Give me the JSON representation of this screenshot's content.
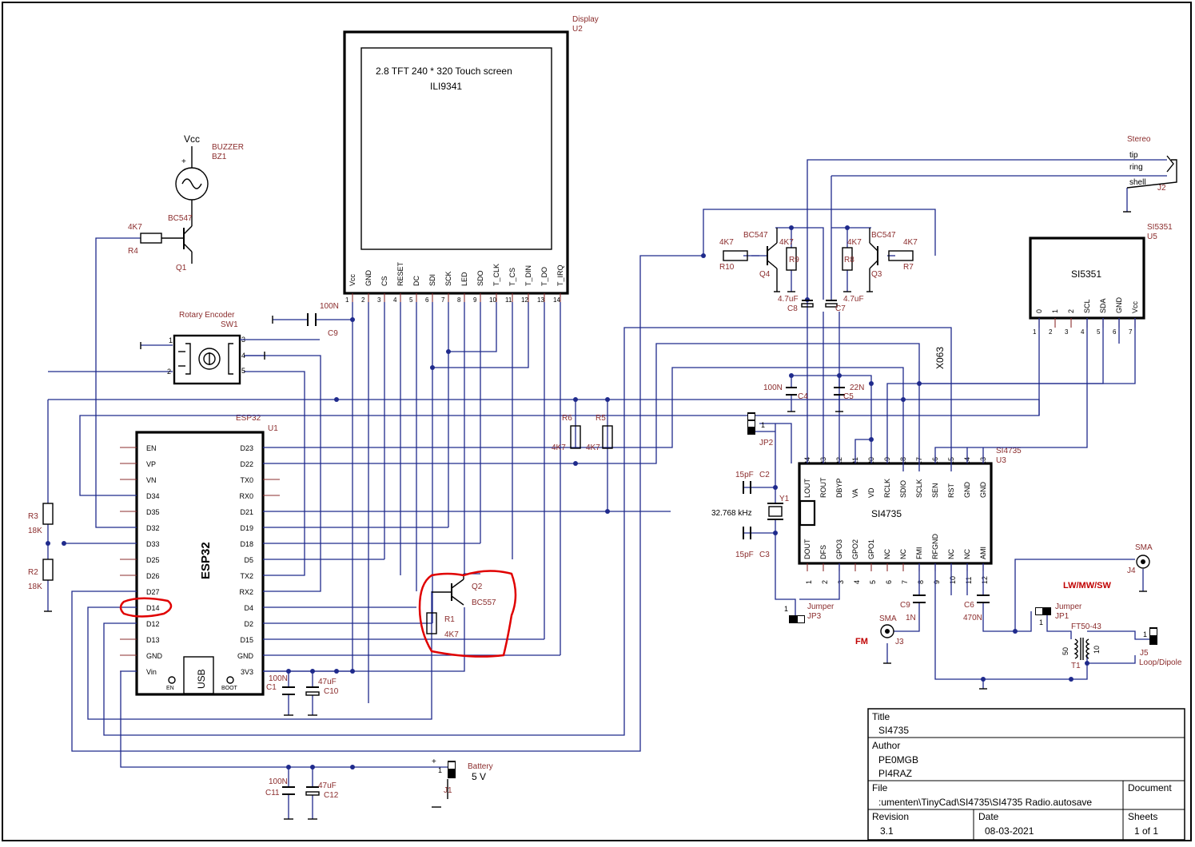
{
  "display": {
    "ref": "U2",
    "title": "Display",
    "text1": "2.8 TFT 240 * 320 Touch screen",
    "text2": "ILI9341",
    "pins": [
      "Vcc",
      "GND",
      "CS",
      "RESET",
      "DC",
      "SDI",
      "SCK",
      "LED",
      "SDO",
      "T_CLK",
      "T_CS",
      "T_DIN",
      "T_DO",
      "T_IRQ"
    ],
    "nums": [
      "1",
      "2",
      "3",
      "4",
      "5",
      "6",
      "7",
      "8",
      "9",
      "10",
      "11",
      "12",
      "13",
      "14"
    ]
  },
  "esp32": {
    "title": "ESP32",
    "ref": "U1",
    "name": "ESP32",
    "left": [
      "EN",
      "VP",
      "VN",
      "D34",
      "D35",
      "D32",
      "D33",
      "D25",
      "D26",
      "D27",
      "D14",
      "D12",
      "D13",
      "GND",
      "Vin"
    ],
    "right": [
      "D23",
      "D22",
      "TX0",
      "RX0",
      "D21",
      "D19",
      "D18",
      "D5",
      "TX2",
      "RX2",
      "D4",
      "D2",
      "D15",
      "GND",
      "3V3"
    ],
    "usb": "USB",
    "en": "EN",
    "boot": "BOOT"
  },
  "si4735": {
    "name": "SI4735",
    "title": "SI4735",
    "ref": "U3",
    "top": [
      "LOUT",
      "ROUT",
      "DBYP",
      "VA",
      "VD",
      "RCLK",
      "SDIO",
      "SCLK",
      "SEN",
      "RST",
      "GND",
      "GND"
    ],
    "top_nums": [
      "24",
      "23",
      "22",
      "21",
      "20",
      "19",
      "18",
      "17",
      "16",
      "15",
      "14",
      "13"
    ],
    "bottom": [
      "DOUT",
      "DFS",
      "GPO3",
      "GPO2",
      "GPO1",
      "NC",
      "NC",
      "FMI",
      "RFGND",
      "NC",
      "NC",
      "AMI"
    ],
    "bottom_nums": [
      "1",
      "2",
      "3",
      "4",
      "5",
      "6",
      "7",
      "8",
      "9",
      "10",
      "11",
      "12"
    ]
  },
  "si5351": {
    "name": "SI5351",
    "title": "SI5351",
    "ref": "U5",
    "pins": [
      "0",
      "1",
      "2",
      "SCL",
      "SDA",
      "GND",
      "Vcc"
    ],
    "nums": [
      "1",
      "2",
      "3",
      "4",
      "5",
      "6",
      "7"
    ]
  },
  "buzzer": {
    "title": "BUZZER",
    "ref": "BZ1",
    "vcc": "Vcc",
    "plus": "+"
  },
  "q1": {
    "type": "BC547",
    "ref": "Q1",
    "r_val": "4K7",
    "r_ref": "R4"
  },
  "encoder": {
    "title": "Rotary Encoder",
    "ref": "SW1",
    "pins": [
      "1",
      "2",
      "3",
      "4",
      "5"
    ]
  },
  "c9top": {
    "val": "100N",
    "ref": "C9"
  },
  "r3": {
    "ref": "R3",
    "val": "18K"
  },
  "r2": {
    "ref": "R2",
    "val": "18K"
  },
  "r6": {
    "ref": "R6",
    "val": "4K7"
  },
  "r5": {
    "ref": "R5",
    "val": "4K7"
  },
  "q2": {
    "ref": "Q2",
    "type": "BC557"
  },
  "r1": {
    "ref": "R1",
    "val": "4K7"
  },
  "c1": {
    "val": "100N",
    "ref": "C1"
  },
  "c10": {
    "val": "47uF",
    "ref": "C10"
  },
  "c11": {
    "val": "100N",
    "ref": "C11"
  },
  "c12": {
    "val": "47uF",
    "ref": "C12"
  },
  "battery": {
    "title": "Battery",
    "val": "5 V",
    "ref": "J1",
    "pin": "1",
    "plus": "+"
  },
  "q4": {
    "type": "BC547",
    "ref": "Q4"
  },
  "q3": {
    "type": "BC547",
    "ref": "Q3"
  },
  "r10": {
    "val": "4K7",
    "ref": "R10"
  },
  "r9": {
    "val": "4K7",
    "ref": "R9"
  },
  "r8": {
    "val": "4K7",
    "ref": "R8"
  },
  "r7": {
    "val": "4K7",
    "ref": "R7"
  },
  "c8": {
    "val": "4.7uF",
    "ref": "C8"
  },
  "c7": {
    "val": "4.7uF",
    "ref": "C7"
  },
  "stereo": {
    "title": "Stereo",
    "tip": "tip",
    "ring": "ring",
    "shell": "shell",
    "ref": "J2"
  },
  "c4": {
    "val": "100N",
    "ref": "C4"
  },
  "c5": {
    "val": "22N",
    "ref": "C5"
  },
  "x063": "X063",
  "jp2": {
    "ref": "JP2",
    "pin": "1"
  },
  "c2": {
    "val": "15pF",
    "ref": "C2"
  },
  "c3": {
    "val": "15pF",
    "ref": "C3"
  },
  "y1": {
    "ref": "Y1",
    "freq": "32.768 kHz"
  },
  "jp3": {
    "title": "Jumper",
    "ref": "JP3",
    "pin": "1"
  },
  "c9": {
    "ref": "C9",
    "val": "1N"
  },
  "j3": {
    "title": "SMA",
    "ref": "J3",
    "band": "FM"
  },
  "c6": {
    "ref": "C6",
    "val": "470N"
  },
  "j4": {
    "title": "SMA",
    "ref": "J4",
    "band": "LW/MW/SW"
  },
  "jp1": {
    "title": "Jumper",
    "ref": "JP1",
    "pin": "1"
  },
  "t1": {
    "core": "FT50-43",
    "ref": "T1",
    "n1": "50",
    "n2": "10"
  },
  "j5": {
    "ref": "J5",
    "title": "Loop/Dipole",
    "pin": "1"
  },
  "titleblock": {
    "title_h": "Title",
    "title": "SI4735",
    "author_h": "Author",
    "author1": "PE0MGB",
    "author2": "PI4RAZ",
    "file_h": "File",
    "file": ":umenten\\TinyCad\\SI4735\\SI4735 Radio.autosave",
    "document_h": "Document",
    "revision_h": "Revision",
    "revision": "3.1",
    "date_h": "Date",
    "date": "08-03-2021",
    "sheets_h": "Sheets",
    "sheets": "1 of 1"
  }
}
